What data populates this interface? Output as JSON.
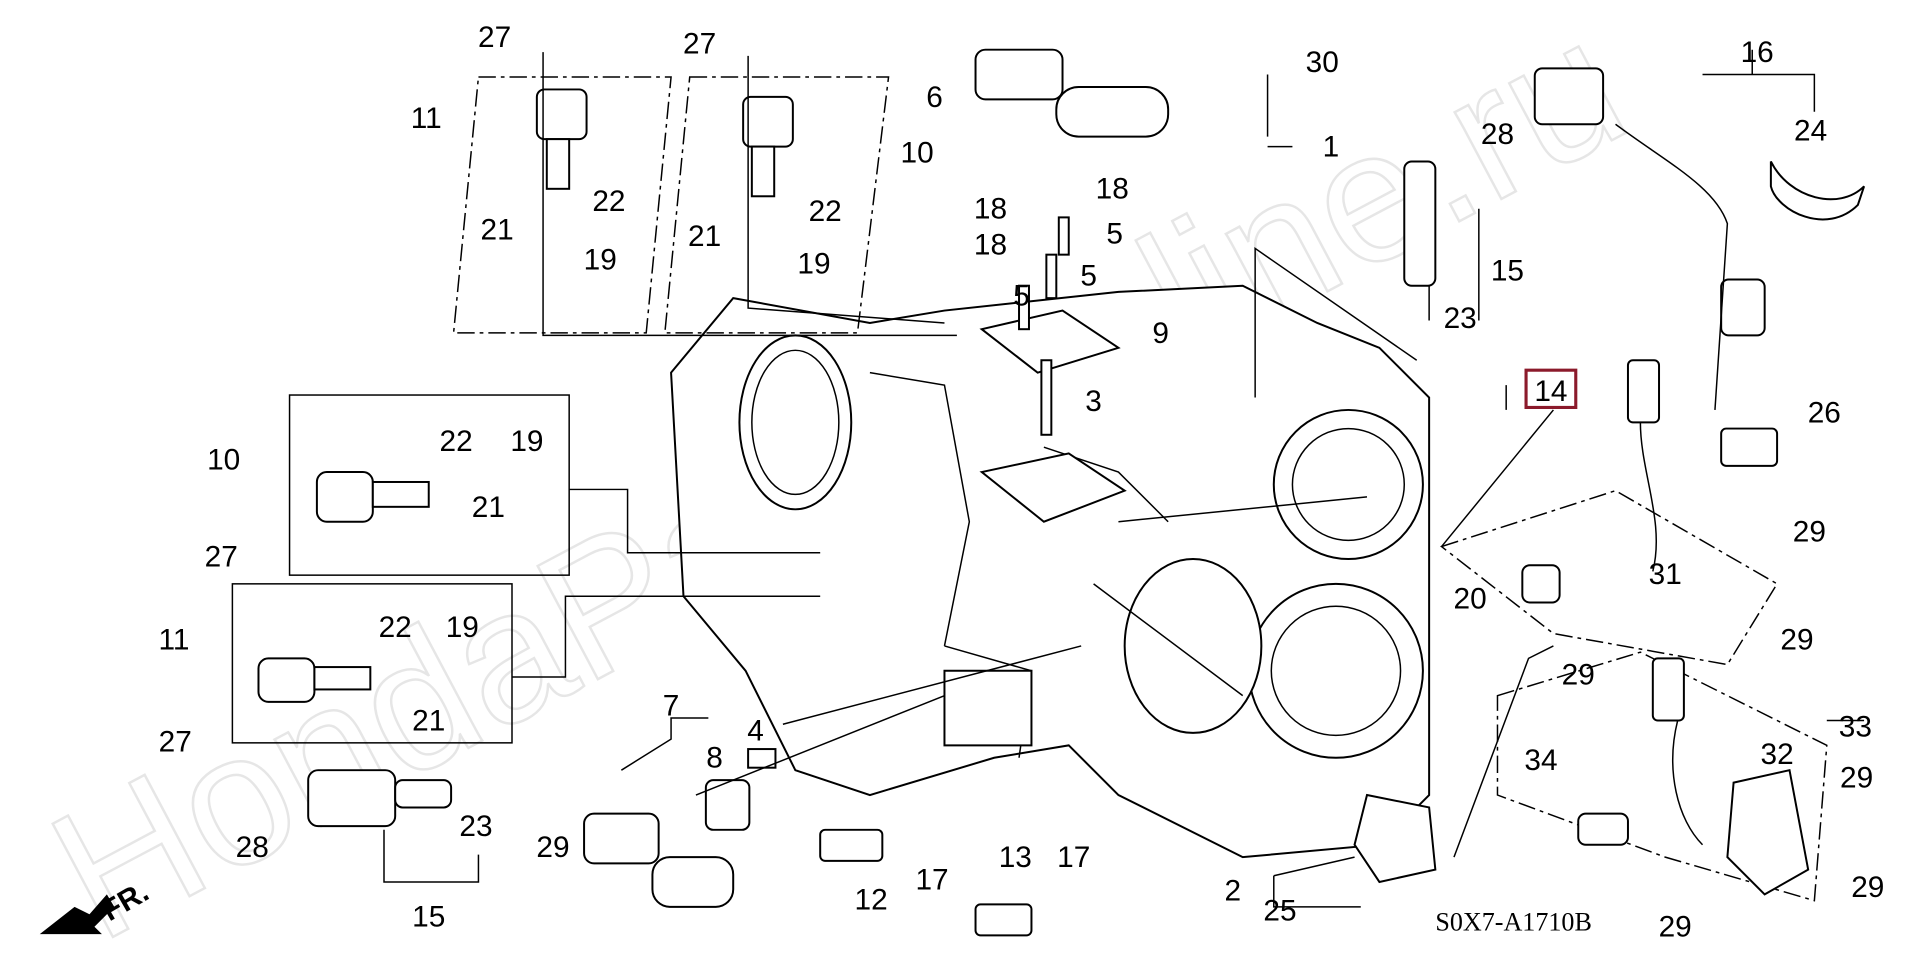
{
  "diagram_code": "S0X7-A1710B",
  "front_marker": "FR.",
  "watermark": "HondaPartsOnline.ru",
  "highlight_color": "#8b1a2b",
  "highlighted_callout": "14",
  "callouts": [
    "27",
    "27",
    "11",
    "10",
    "22",
    "21",
    "19",
    "22",
    "21",
    "19",
    "6",
    "30",
    "1",
    "28",
    "18",
    "18",
    "5",
    "18",
    "5",
    "5",
    "9",
    "15",
    "23",
    "16",
    "24",
    "26",
    "14",
    "3",
    "10",
    "22",
    "19",
    "27",
    "21",
    "11",
    "22",
    "19",
    "27",
    "21",
    "7",
    "4",
    "8",
    "28",
    "23",
    "15",
    "29",
    "12",
    "17",
    "13",
    "17",
    "2",
    "25",
    "20",
    "29",
    "31",
    "29",
    "29",
    "33",
    "34",
    "32",
    "29",
    "29",
    "29"
  ]
}
